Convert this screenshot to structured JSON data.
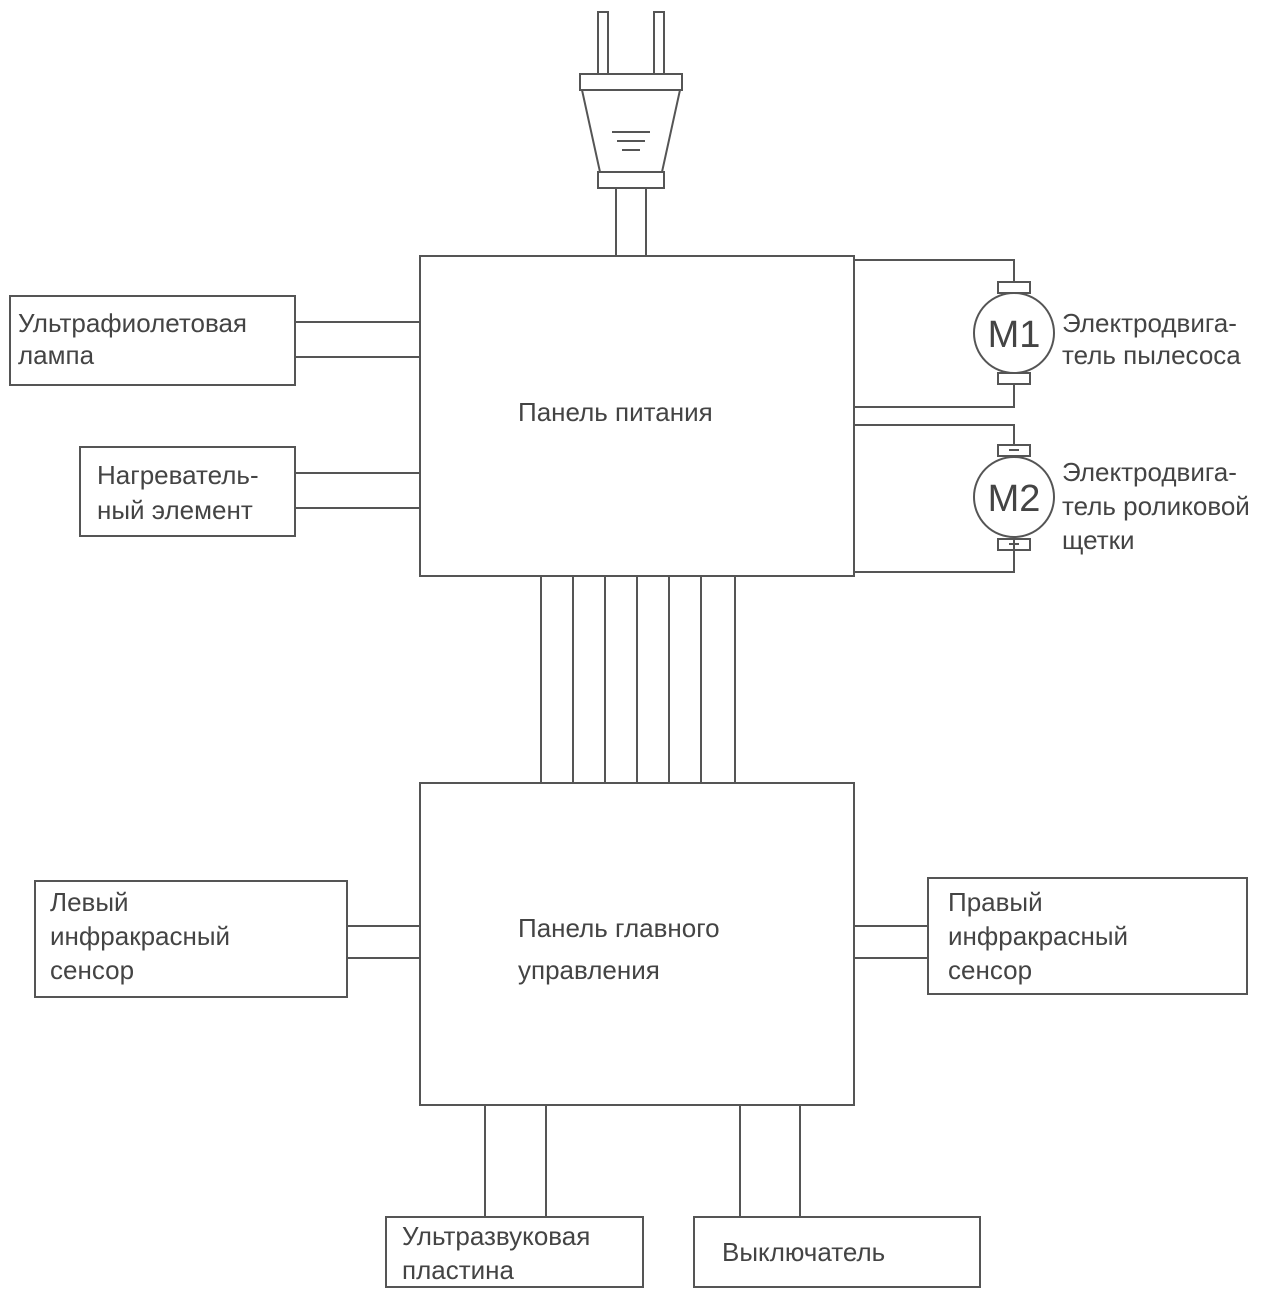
{
  "diagram": {
    "plug": {
      "icon": "power-plug-icon"
    },
    "power_board": {
      "label": "Панель питания"
    },
    "main_board": {
      "label_line1": "Панель главного",
      "label_line2": "управления"
    },
    "uv_lamp": {
      "line1": "Ультрафиолетовая",
      "line2": "лампа"
    },
    "heater": {
      "line1": "Нагреватель-",
      "line2": "ный элемент"
    },
    "motor1": {
      "symbol": "M1",
      "line1": "Электродвига-",
      "line2": "тель пылесоса"
    },
    "motor2": {
      "symbol": "M2",
      "line1": "Электродвига-",
      "line2": "тель роликовой",
      "line3": "щетки"
    },
    "left_ir": {
      "line1": "Левый",
      "line2": "инфракрасный",
      "line3": "сенсор"
    },
    "right_ir": {
      "line1": "Правый",
      "line2": "инфракрасный",
      "line3": "сенсор"
    },
    "ultrasonic": {
      "line1": "Ультразвуковая",
      "line2": "пластина"
    },
    "switch": {
      "label": "Выключатель"
    },
    "colors": {
      "line": "#444444",
      "text": "#444444",
      "background": "#ffffff"
    }
  }
}
